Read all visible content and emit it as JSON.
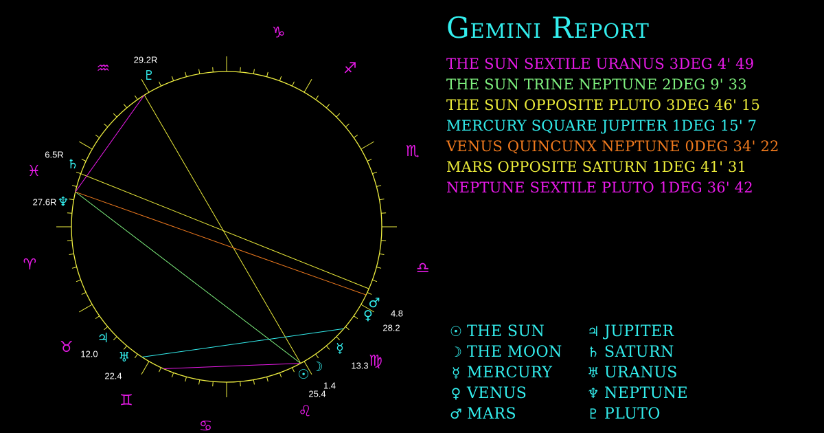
{
  "report": {
    "title": "Gemini Report",
    "aspects": [
      {
        "text": "THE SUN SEXTILE URANUS 3DEG 4' 49",
        "color": "#e81ae8"
      },
      {
        "text": "THE SUN TRINE NEPTUNE 2DEG 9' 33",
        "color": "#7ef07e"
      },
      {
        "text": "THE SUN OPPOSITE PLUTO 3DEG 46' 15",
        "color": "#ecec3a"
      },
      {
        "text": "MERCURY SQUARE JUPITER 1DEG 15' 7",
        "color": "#33eeee"
      },
      {
        "text": "VENUS QUINCUNX NEPTUNE 0DEG 34' 22",
        "color": "#f07a1e"
      },
      {
        "text": "MARS OPPOSITE SATURN 1DEG 41' 31",
        "color": "#ecec3a"
      },
      {
        "text": "NEPTUNE SEXTILE PLUTO 1DEG 36' 42",
        "color": "#e81ae8"
      }
    ]
  },
  "legend": [
    {
      "id": "sun",
      "glyph": "☉",
      "name": "THE SUN"
    },
    {
      "id": "moon",
      "glyph": "☽",
      "name": "THE MOON"
    },
    {
      "id": "mercury",
      "glyph": "☿",
      "name": "MERCURY"
    },
    {
      "id": "venus",
      "glyph": "♀",
      "name": "VENUS"
    },
    {
      "id": "mars",
      "glyph": "♂",
      "name": "MARS"
    },
    {
      "id": "jupiter",
      "glyph": "♃",
      "name": "JUPITER"
    },
    {
      "id": "saturn",
      "glyph": "♄",
      "name": "SATURN"
    },
    {
      "id": "uranus",
      "glyph": "♅",
      "name": "URANUS"
    },
    {
      "id": "neptune",
      "glyph": "♆",
      "name": "NEPTUNE"
    },
    {
      "id": "pluto",
      "glyph": "♇",
      "name": "PLUTO"
    }
  ],
  "wheel": {
    "colors": {
      "circle": "#f0f040",
      "zodiac": "#e81ae8",
      "planet": "#33eeee",
      "degree_label": "#ffffff"
    },
    "zodiac": [
      {
        "id": "capricorn",
        "glyph": "♑"
      },
      {
        "id": "sagittarius",
        "glyph": "♐"
      },
      {
        "id": "scorpio",
        "glyph": "♏"
      },
      {
        "id": "libra",
        "glyph": "♎"
      },
      {
        "id": "virgo",
        "glyph": "♍"
      },
      {
        "id": "leo",
        "glyph": "♌"
      },
      {
        "id": "cancer",
        "glyph": "♋"
      },
      {
        "id": "gemini",
        "glyph": "♊"
      },
      {
        "id": "taurus",
        "glyph": "♉"
      },
      {
        "id": "aries",
        "glyph": "♈"
      },
      {
        "id": "pisces",
        "glyph": "♓"
      },
      {
        "id": "aquarius",
        "glyph": "♒"
      }
    ],
    "planets": [
      {
        "id": "pluto",
        "glyph": "♇",
        "degree": "29.2R"
      },
      {
        "id": "saturn",
        "glyph": "♄",
        "degree": "6.5R"
      },
      {
        "id": "neptune",
        "glyph": "♆",
        "degree": "27.6R"
      },
      {
        "id": "mars",
        "glyph": "♂",
        "degree": "4.8"
      },
      {
        "id": "venus",
        "glyph": "♀",
        "degree": "28.2"
      },
      {
        "id": "mercury",
        "glyph": "☿",
        "degree": "13.3"
      },
      {
        "id": "moon",
        "glyph": "☽",
        "degree": "1.4"
      },
      {
        "id": "sun",
        "glyph": "☉",
        "degree": "25.4"
      },
      {
        "id": "jupiter",
        "glyph": "♃",
        "degree": "12.0"
      },
      {
        "id": "uranus",
        "glyph": "♅",
        "degree": "22.4"
      }
    ],
    "aspect_lines": [
      {
        "from": "sun",
        "to": "uranus",
        "color": "#e81ae8"
      },
      {
        "from": "sun",
        "to": "neptune",
        "color": "#7ef07e"
      },
      {
        "from": "sun",
        "to": "pluto",
        "color": "#ecec3a"
      },
      {
        "from": "mercury",
        "to": "jupiter",
        "color": "#33eeee"
      },
      {
        "from": "venus",
        "to": "neptune",
        "color": "#f07a1e"
      },
      {
        "from": "mars",
        "to": "saturn",
        "color": "#ecec3a"
      },
      {
        "from": "neptune",
        "to": "pluto",
        "color": "#e81ae8"
      }
    ]
  }
}
